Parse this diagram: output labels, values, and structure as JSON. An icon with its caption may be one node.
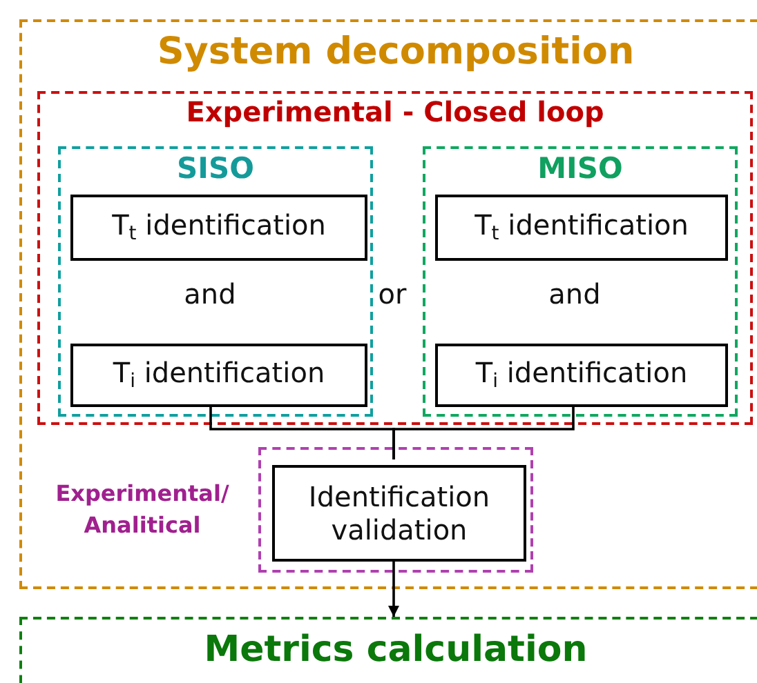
{
  "diagram": {
    "nodes": [
      {
        "text": [
          "System decomposition"
        ]
      },
      {
        "text": [
          "Experimental - Closed loop"
        ],
        "in": 0
      },
      {
        "text": [
          "SISO"
        ],
        "in": 1
      },
      {
        "text": [
          "T$_{t}$ identification"
        ],
        "in": 2
      },
      {
        "text": [
          "T$_{i}$ identification"
        ],
        "in": 2
      },
      {
        "text": [
          "MISO"
        ],
        "in": 1
      },
      {
        "text": [
          "T$_{t}$ identification"
        ],
        "in": 5
      },
      {
        "text": [
          "T$_{i}$ identification"
        ],
        "in": 5
      },
      {
        "text": [],
        "shape": "box",
        "beside": [
          "Experimental/ Analitical"
        ],
        "in": 0
      },
      {
        "text": [
          "Identification validation"
        ],
        "in": 8
      },
      {
        "text": [
          "Metrics calculation"
        ]
      }
    ],
    "edges": [
      {
        "from": 4,
        "to": 9,
        "arrow": "none"
      },
      {
        "from": 7,
        "to": 9,
        "arrow": "none"
      },
      {
        "from": 9,
        "to": 10,
        "arrow": "to"
      }
    ],
    "labels": [
      "and",
      "or",
      "and"
    ]
  }
}
